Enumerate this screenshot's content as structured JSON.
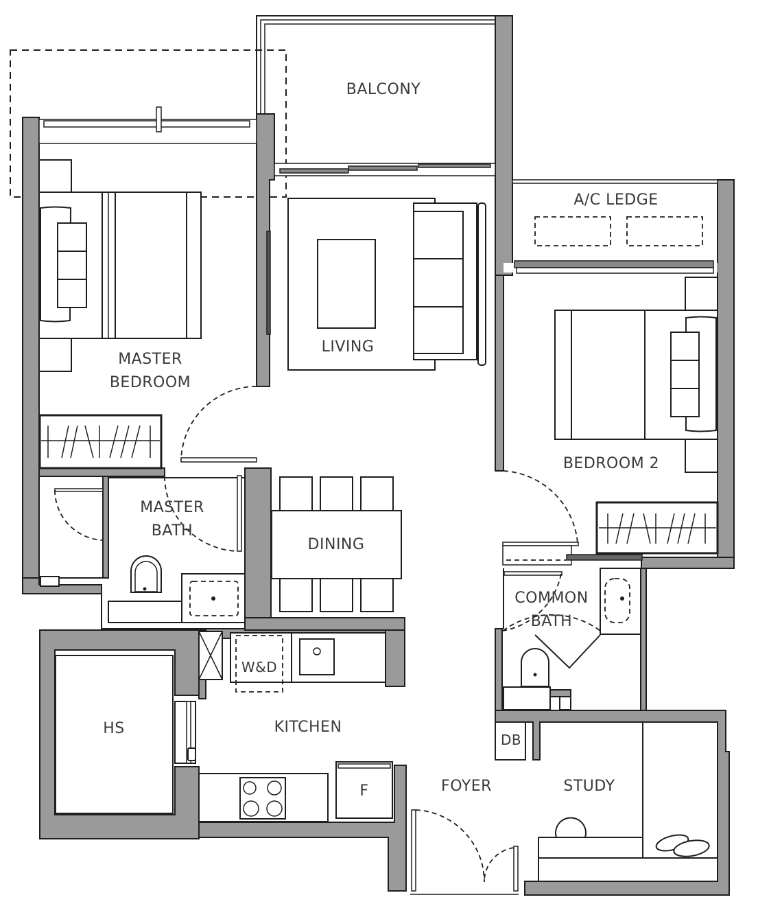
{
  "plan": {
    "type": "residential-floor-plan",
    "colors": {
      "wall_fill": "#9a9a9a",
      "line": "#1e1e1e",
      "background": "#ffffff",
      "label": "#3a3a3a"
    },
    "rooms": {
      "balcony": "BALCONY",
      "living": "LIVING",
      "master_bedroom_line1": "MASTER",
      "master_bedroom_line2": "BEDROOM",
      "ac_ledge": "A/C LEDGE",
      "bedroom2": "BEDROOM 2",
      "master_bath_line1": "MASTER",
      "master_bath_line2": "BATH",
      "dining": "DINING",
      "common_bath_line1": "COMMON",
      "common_bath_line2": "BATH",
      "hs": "HS",
      "kitchen": "KITCHEN",
      "washer_dryer": "W&D",
      "fridge": "F",
      "db": "DB",
      "foyer": "FOYER",
      "study": "STUDY"
    }
  }
}
